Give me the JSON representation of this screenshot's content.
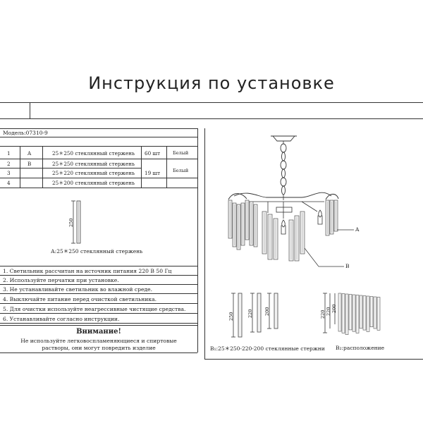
{
  "title": "Инструкция по установке",
  "model": "Модель:07310-9",
  "parts": [
    {
      "num": "1",
      "code": "A",
      "desc": "25＊250 стеклянный стержень",
      "qty": "60 шт",
      "color": "Белый"
    },
    {
      "num": "2",
      "code": "B",
      "desc": "25＊250 стеклянный стержень",
      "qty": "",
      "color": ""
    },
    {
      "num": "3",
      "code": "",
      "desc": "25＊220 стеклянный стержень",
      "qty": "19 шт",
      "color": "Белый"
    },
    {
      "num": "4",
      "code": "",
      "desc": "25＊200 стеклянный стержень",
      "qty": "",
      "color": ""
    }
  ],
  "rod_a": {
    "dim": "250",
    "caption": "А:25＊250 стеклянный стержень"
  },
  "notes": [
    "1. Светильник рассчитан на источник питания 220 В 50 Гц",
    "2. Используйте перчатки при установке.",
    "3. Не устанавливайте светильник во влажной среде.",
    "4. Выключайте питание перед очисткой светильника.",
    "5. Для очистки используйте неагрессивные чистящие средства.",
    "6. Устанавливайте согласно инструкции."
  ],
  "warning": {
    "title": "Внимание!",
    "line1": "Не используйте легковоспламеняющиеся и спиртовые",
    "line2": "растворы, они могут повредить изделие"
  },
  "diagram": {
    "label_a": "A",
    "label_b": "B",
    "dims": [
      "250",
      "220",
      "200"
    ],
    "layout_dims": [
      "220",
      "220",
      "200"
    ],
    "caption_rods": "B₁:25＊250-220-200 стеклянные стержни",
    "caption_layout": "B₂:расположение"
  }
}
